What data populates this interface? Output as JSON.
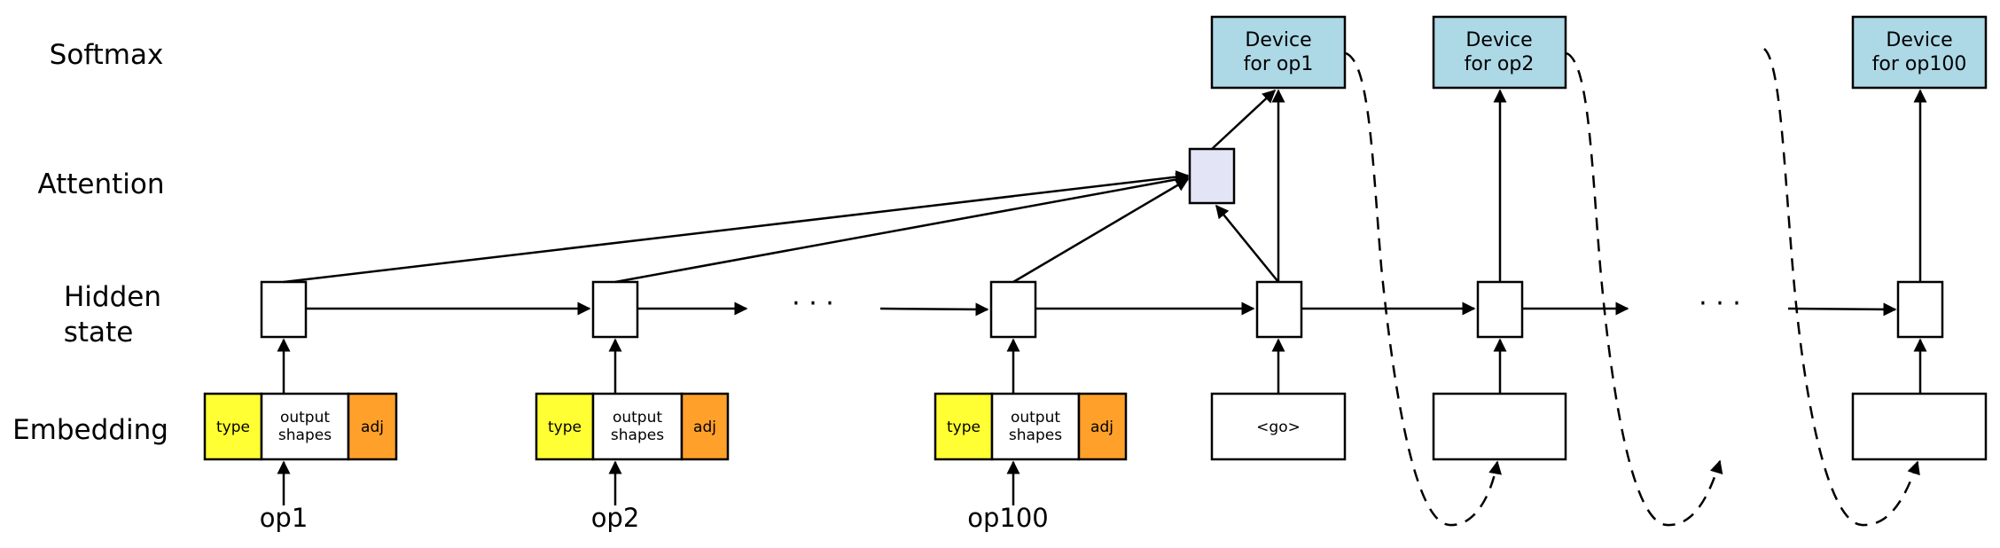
{
  "rows": {
    "softmax": "Softmax",
    "attention": "Attention",
    "hidden_line1": "Hidden",
    "hidden_line2": "state",
    "embedding": "Embedding"
  },
  "inputs": [
    {
      "op": "op1",
      "type": "type",
      "shapes_line1": "output",
      "shapes_line2": "shapes",
      "adj": "adj"
    },
    {
      "op": "op2",
      "type": "type",
      "shapes_line1": "output",
      "shapes_line2": "shapes",
      "adj": "adj"
    },
    {
      "op": "op100",
      "type": "type",
      "shapes_line1": "output",
      "shapes_line2": "shapes",
      "adj": "adj"
    }
  ],
  "go_token": "<go>",
  "devices": [
    {
      "line1": "Device",
      "line2": "for op1"
    },
    {
      "line1": "Device",
      "line2": "for op2"
    },
    {
      "line1": "Device",
      "line2": "for op100"
    }
  ],
  "ellipsis": "· · ·",
  "colors": {
    "type_fill": "#ffff33",
    "adj_fill": "#ffa02a",
    "attention_fill": "#e4e4f7",
    "device_fill": "#add8e6"
  }
}
